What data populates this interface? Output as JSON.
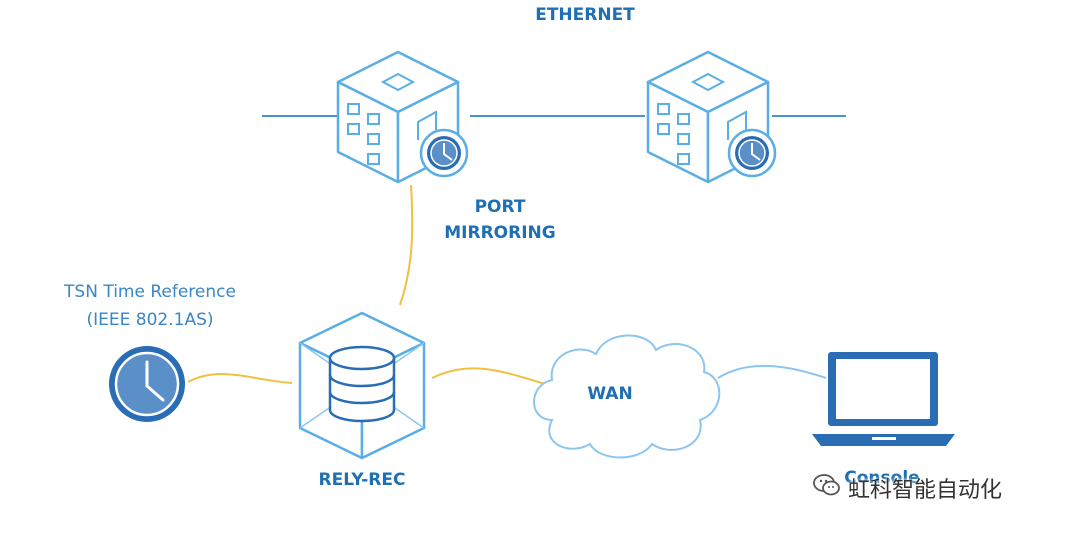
{
  "labels": {
    "ethernet": "ETHERNET",
    "port_mirroring_line1": "PORT",
    "port_mirroring_line2": "MIRRORING",
    "tsn_line1": "TSN Time Reference",
    "tsn_line2": "(IEEE 802.1AS)",
    "rely_rec": "RELY-REC",
    "wan": "WAN",
    "console": "Console"
  },
  "watermark": {
    "text": "虹科智能自动化",
    "icon": "wechat-icon"
  },
  "colors": {
    "switch_blue": "#5aaee6",
    "dark_blue": "#1f6fb4",
    "text_blue": "#1f6fb4",
    "fiber_yellow": "#f0c040",
    "lan_line": "#4a93d2",
    "cloud_line": "#8cc6ee",
    "laptop_blue": "#2a6db5"
  },
  "icons": {
    "switch_left": "tsn-switch-icon",
    "switch_right": "tsn-switch-icon",
    "clock": "clock-icon",
    "recorder": "database-box-icon",
    "cloud": "cloud-icon",
    "laptop": "laptop-icon"
  }
}
